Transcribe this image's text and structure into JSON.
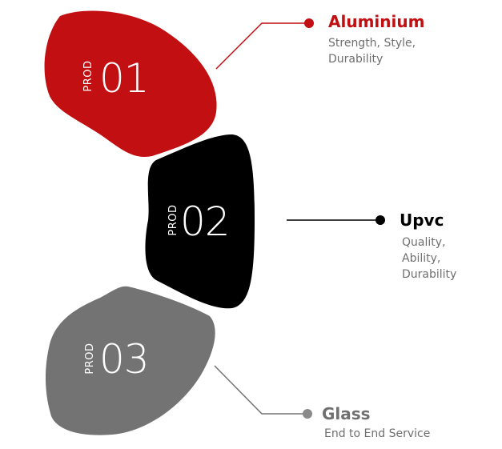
{
  "colors": {
    "accent_red": "#c10f12",
    "dark": "#000000",
    "gray": "#737373",
    "text_gray": "#6f6f6f"
  },
  "items": [
    {
      "prefix": "PROD",
      "number": "01",
      "title": "Aluminium",
      "description_lines": [
        "Strength, Style,",
        "Durability"
      ]
    },
    {
      "prefix": "PROD",
      "number": "02",
      "title": "Upvc",
      "description_lines": [
        "Quality,",
        "Ability,",
        "Durability"
      ]
    },
    {
      "prefix": "PROD",
      "number": "03",
      "title": "Glass",
      "description_lines": [
        "End to End Service"
      ]
    }
  ]
}
